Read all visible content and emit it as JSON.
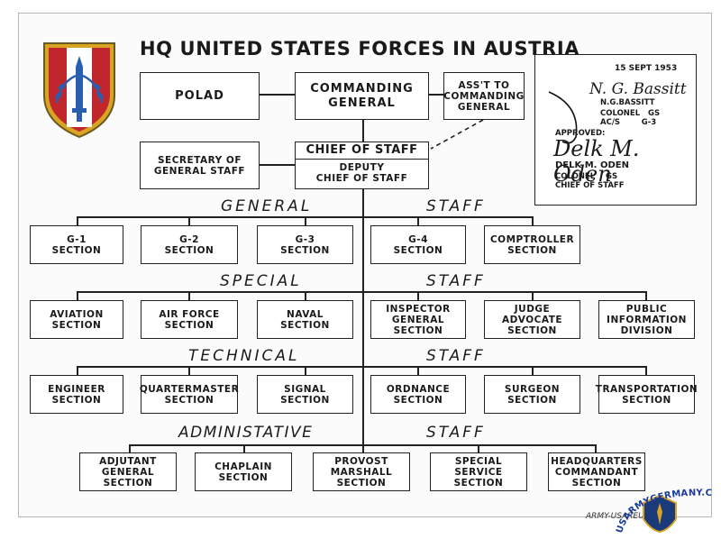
{
  "title": "HQ UNITED STATES FORCES IN AUSTRIA",
  "colors": {
    "patch_red": "#c0272d",
    "patch_white": "#ffffff",
    "patch_blue": "#2a5fb0",
    "patch_gold": "#d9a324",
    "line": "#222222"
  },
  "command": {
    "polad": "POLAD",
    "commanding_general": [
      "COMMANDING",
      "GENERAL"
    ],
    "asst_to_cg": [
      "ASS'T TO",
      "COMMANDING",
      "GENERAL"
    ],
    "secretary": [
      "SECRETARY OF",
      "GENERAL STAFF"
    ],
    "chief_of_staff": "CHIEF OF STAFF",
    "deputy": [
      "DEPUTY",
      "CHIEF OF STAFF"
    ]
  },
  "categories": {
    "general": [
      "GENERAL",
      "STAFF"
    ],
    "special": [
      "SPECIAL",
      "STAFF"
    ],
    "technical": [
      "TECHNICAL",
      "STAFF"
    ],
    "administrative": [
      "ADMINISTATIVE",
      "STAFF"
    ]
  },
  "general_staff": [
    [
      "G-1",
      "SECTION"
    ],
    [
      "G-2",
      "SECTION"
    ],
    [
      "G-3",
      "SECTION"
    ],
    [
      "G-4",
      "SECTION"
    ],
    [
      "COMPTROLLER",
      "SECTION"
    ]
  ],
  "special_staff": [
    [
      "AVIATION",
      "SECTION"
    ],
    [
      "AIR FORCE",
      "SECTION"
    ],
    [
      "NAVAL",
      "SECTION"
    ],
    [
      "INSPECTOR",
      "GENERAL",
      "SECTION"
    ],
    [
      "JUDGE",
      "ADVOCATE",
      "SECTION"
    ],
    [
      "PUBLIC",
      "INFORMATION",
      "DIVISION"
    ]
  ],
  "technical_staff": [
    [
      "ENGINEER",
      "SECTION"
    ],
    [
      "QUARTERMASTER",
      "SECTION"
    ],
    [
      "SIGNAL",
      "SECTION"
    ],
    [
      "ORDNANCE",
      "SECTION"
    ],
    [
      "SURGEON",
      "SECTION"
    ],
    [
      "TRANSPORTATION",
      "SECTION"
    ]
  ],
  "admin_staff": [
    [
      "ADJUTANT",
      "GENERAL",
      "SECTION"
    ],
    [
      "CHAPLAIN",
      "SECTION"
    ],
    [
      "PROVOST",
      "MARSHALL",
      "SECTION"
    ],
    [
      "SPECIAL",
      "SERVICE",
      "SECTION"
    ],
    [
      "HEADQUARTERS",
      "COMMANDANT",
      "SECTION"
    ]
  ],
  "approval": {
    "date": "15 SEPT 1953",
    "signature1": "N. G. Bassitt",
    "name1": "N.G.BASSITT",
    "rank1": "COLONEL   GS",
    "title1": "AC/S        G-3",
    "approved": "APPROVED:",
    "signature2": "Delk M. Oden",
    "name2": "DELK M. ODEN",
    "rank2": "COLONEL    GS",
    "title2": "CHIEF OF STAFF"
  },
  "credit": "ARMY-USAREUR-1953",
  "watermark": "USARMYGERMANY.COM"
}
